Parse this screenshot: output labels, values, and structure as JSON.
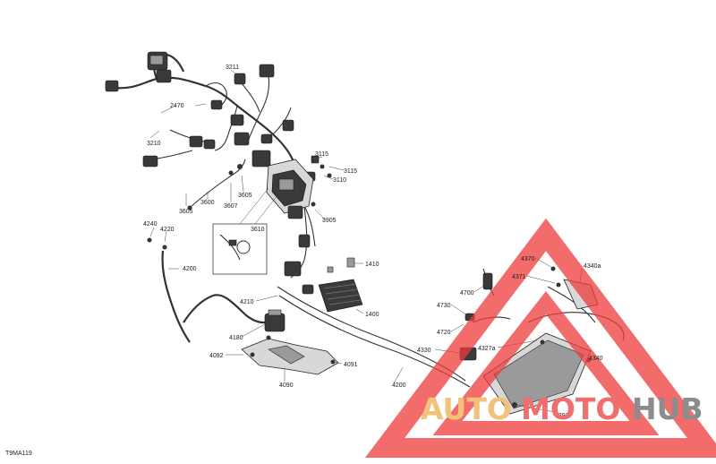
{
  "figure_id": "T9MA119",
  "part_labels": {
    "p3211": "3211",
    "p2470": "2470",
    "p3210": "3210",
    "p3115a": "3115",
    "p3115b": "3115",
    "p3110": "3110",
    "p3600": "3600",
    "p3605a": "3605",
    "p3605b": "3605",
    "p3607": "3607",
    "p3905": "3905",
    "p3610": "3610",
    "p4240": "4240",
    "p4220": "4220",
    "p4200a": "4200",
    "p4200b": "4200",
    "p1410": "1410",
    "p1400": "1400",
    "p4210": "4210",
    "p4180": "4180",
    "p4092": "4092",
    "p4091": "4091",
    "p4090": "4090",
    "p4370": "4370",
    "p4340a": "4340a",
    "p4371": "4371",
    "p4700": "4700",
    "p4730": "4730",
    "p4720": "4720",
    "p4330": "4330",
    "p4327a": "4327a",
    "p4340": "4340",
    "p4397": "4397"
  },
  "watermark": {
    "word1": "AUTO",
    "word2": "MOTO",
    "word3": "HUB",
    "color_auto": "#f3c27a",
    "color_moto": "#ef6f6f",
    "color_hub": "#8c8c8c",
    "triangle_color": "#ee3b3b"
  }
}
